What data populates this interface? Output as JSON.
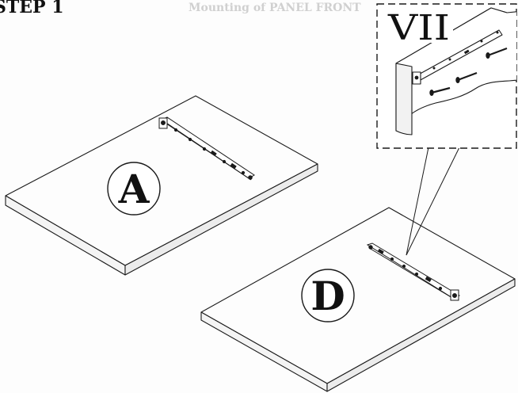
{
  "diagram": {
    "step_label": "STEP 1",
    "faint_header": "Mounting of PANEL FRONT",
    "detail_label": "VII",
    "panels": [
      {
        "id": "panel-a",
        "label": "A"
      },
      {
        "id": "panel-d",
        "label": "D"
      }
    ]
  },
  "colors": {
    "ink": "#1a1a1a",
    "paper": "#fdfdfd",
    "shade": "#e9e9e9"
  }
}
